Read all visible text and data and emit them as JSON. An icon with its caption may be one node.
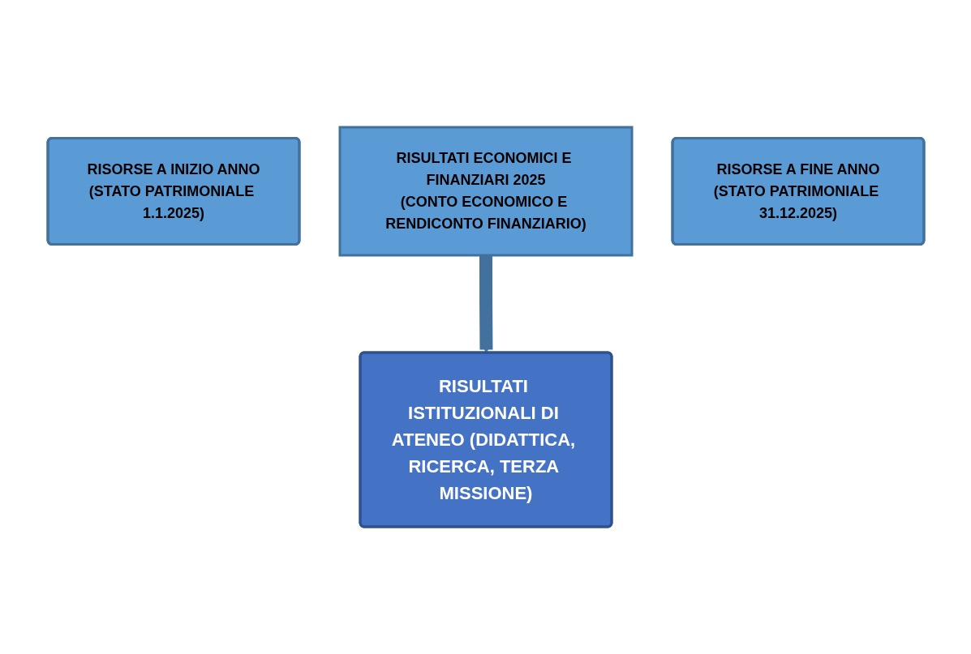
{
  "diagram": {
    "nodes": [
      {
        "text": [
          "RISORSE A INIZIO ANNO",
          "(STATO PATRIMONIALE 1.1.2025)"
        ]
      },
      {
        "text": [
          "RISULTATI ECONOMICI E FINANZIARI 2025",
          "(CONTO ECONOMICO E RENDICONTO FINANZIARIO)"
        ]
      },
      {
        "text": [
          "RISORSE A FINE ANNO",
          "(STATO PATRIMONIALE 31.12.2025)"
        ]
      },
      {
        "text": [
          "RISULTATI ISTITUZIONALI DI ATENEO (DIDATTICA, RICERCA, TERZA MISSIONE)"
        ]
      }
    ],
    "edges": [
      {
        "from": 1,
        "to": 3,
        "arrow": "to"
      }
    ]
  }
}
